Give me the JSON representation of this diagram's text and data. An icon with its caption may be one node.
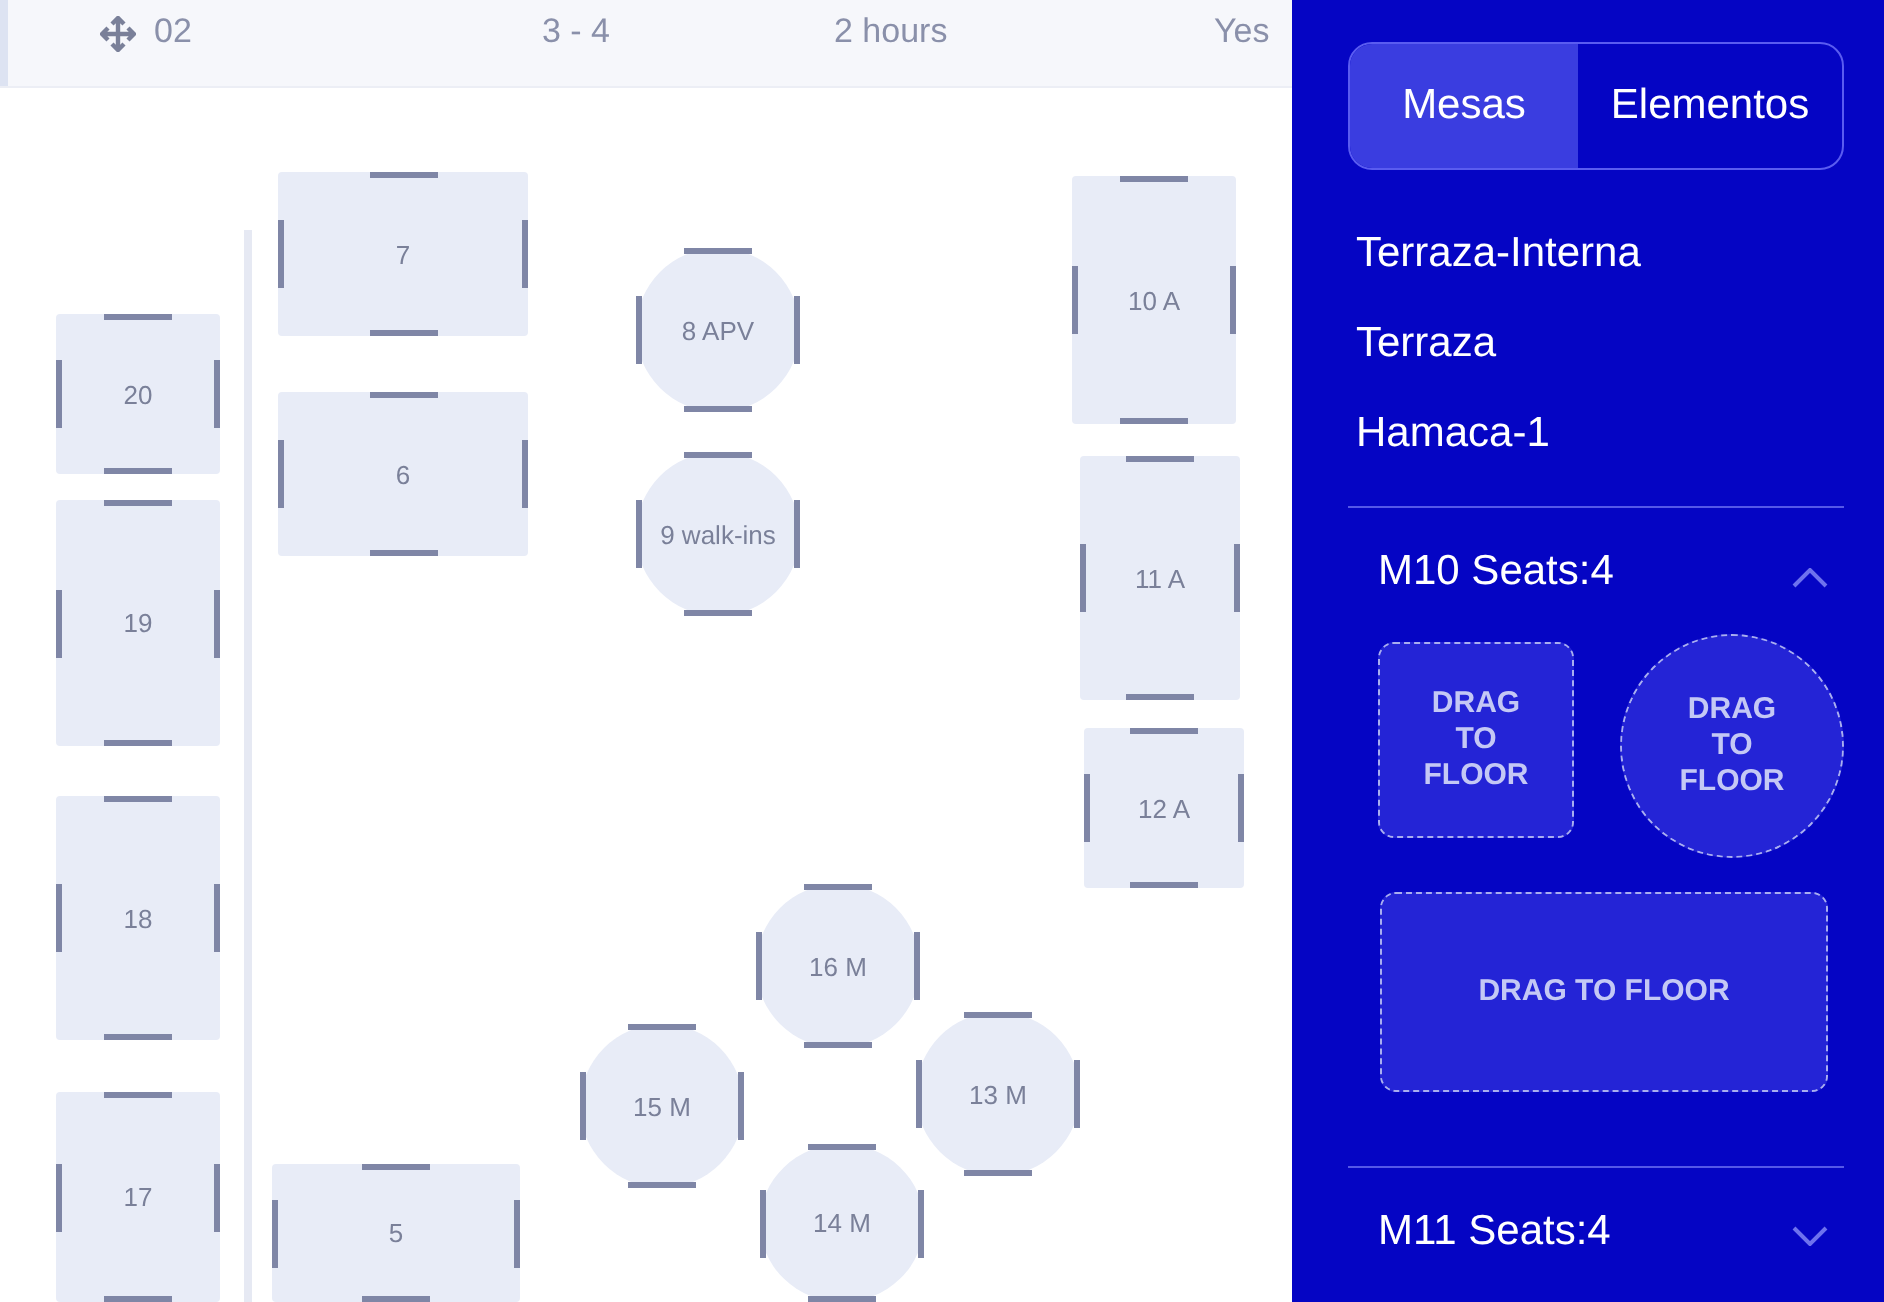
{
  "diagram": {
    "nodes": [
      {
        "text": [
          "7"
        ]
      },
      {
        "text": [
          "8 APV"
        ]
      },
      {
        "text": [
          "10 A"
        ]
      },
      {
        "text": [
          "20"
        ]
      },
      {
        "text": [
          "6"
        ]
      },
      {
        "text": [
          "9 walk-ins"
        ]
      },
      {
        "text": [
          "11 A"
        ]
      },
      {
        "text": [
          "19"
        ]
      },
      {
        "text": [
          "12 A"
        ]
      },
      {
        "text": [
          "18"
        ]
      },
      {
        "text": [
          "16 M"
        ]
      },
      {
        "text": [
          "13 M"
        ]
      },
      {
        "text": [
          "15 M"
        ]
      },
      {
        "text": [
          "17"
        ]
      },
      {
        "text": [
          "14 M"
        ]
      },
      {
        "text": [
          "5"
        ]
      },
      {
        "text": [
          "DRAG TO FLOOR"
        ]
      },
      {
        "text": [
          "DRAG TO FLOOR"
        ]
      },
      {
        "text": [
          "DRAG TO FLOOR"
        ]
      }
    ],
    "edges": [],
    "labels": [
      "02",
      "3 - 4",
      "2 hours",
      "Yes",
      "Mesas",
      "Elementos",
      "Terraza-Interna",
      "Terraza",
      "Hamaca-1",
      "M10 Seats:4",
      "M11 Seats:4"
    ]
  }
}
